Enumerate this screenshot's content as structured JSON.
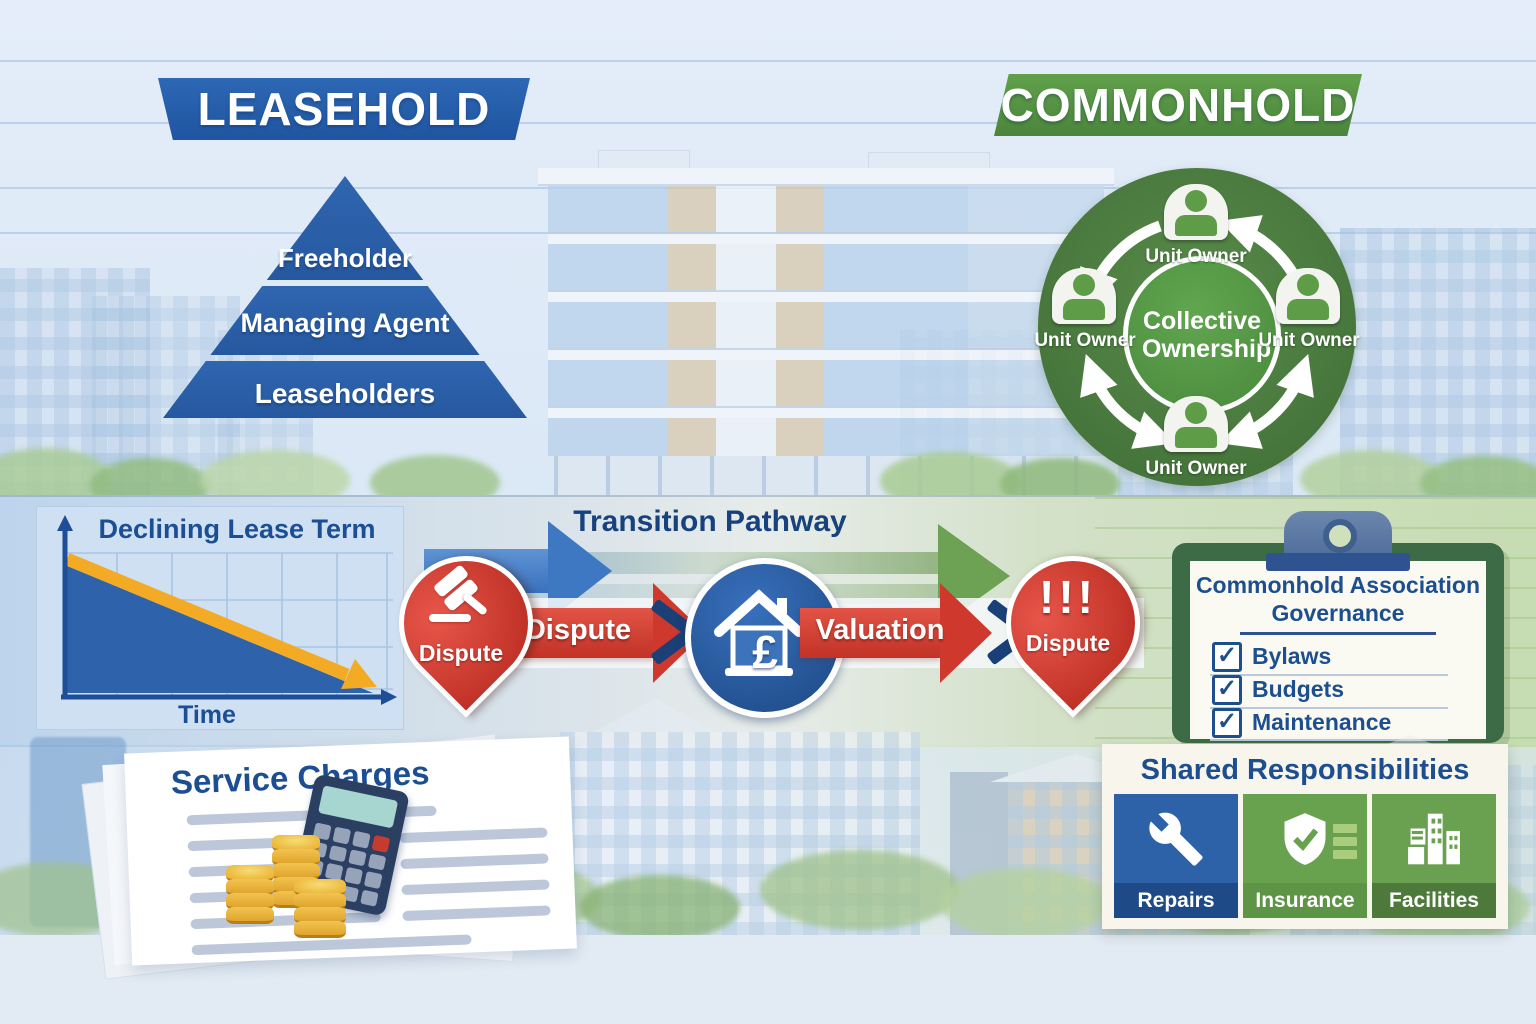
{
  "leasehold": {
    "banner": "LEASEHOLD",
    "pyramid": [
      "Freeholder",
      "Managing Agent",
      "Leaseholders"
    ]
  },
  "commonhold": {
    "banner": "COMMONHOLD",
    "center_label": "Collective Ownership",
    "unit_owners": [
      "Unit Owner",
      "Unit Owner",
      "Unit Owner",
      "Unit Owner"
    ]
  },
  "lease_chart": {
    "type": "area",
    "title": "Declining Lease Term",
    "xlabel": "Time",
    "trend": "declining",
    "start_relative_value": 100,
    "end_relative_value": 0,
    "area_color": "#2e63ac",
    "trend_arrow_color": "#f3ab25",
    "grid": true
  },
  "transition": {
    "title": "Transition Pathway",
    "pin1_label": "Dispute",
    "arrow1_label": "Dispute",
    "house_symbol": "£",
    "arrow2_label": "Valuation",
    "pin2_marks": "!!!",
    "pin2_label": "Dispute"
  },
  "governance": {
    "title_line1": "Commonhold Association",
    "title_line2": "Governance",
    "check_glyph": "✓",
    "items": [
      "Bylaws",
      "Budgets",
      "Maintenance"
    ]
  },
  "service_charges": {
    "title": "Service Charges"
  },
  "shared": {
    "title": "Shared Responsibilities",
    "tiles": [
      {
        "label": "Repairs",
        "icon": "wrench-icon"
      },
      {
        "label": "Insurance",
        "icon": "shield-check-icon"
      },
      {
        "label": "Facilities",
        "icon": "buildings-icon"
      }
    ]
  },
  "colors": {
    "leasehold_blue": "#2a5fa9",
    "commonhold_green": "#569344",
    "dispute_red": "#cf382c",
    "heading_navy": "#1d4f8f",
    "trend_arrow_yellow": "#f3ab25"
  }
}
